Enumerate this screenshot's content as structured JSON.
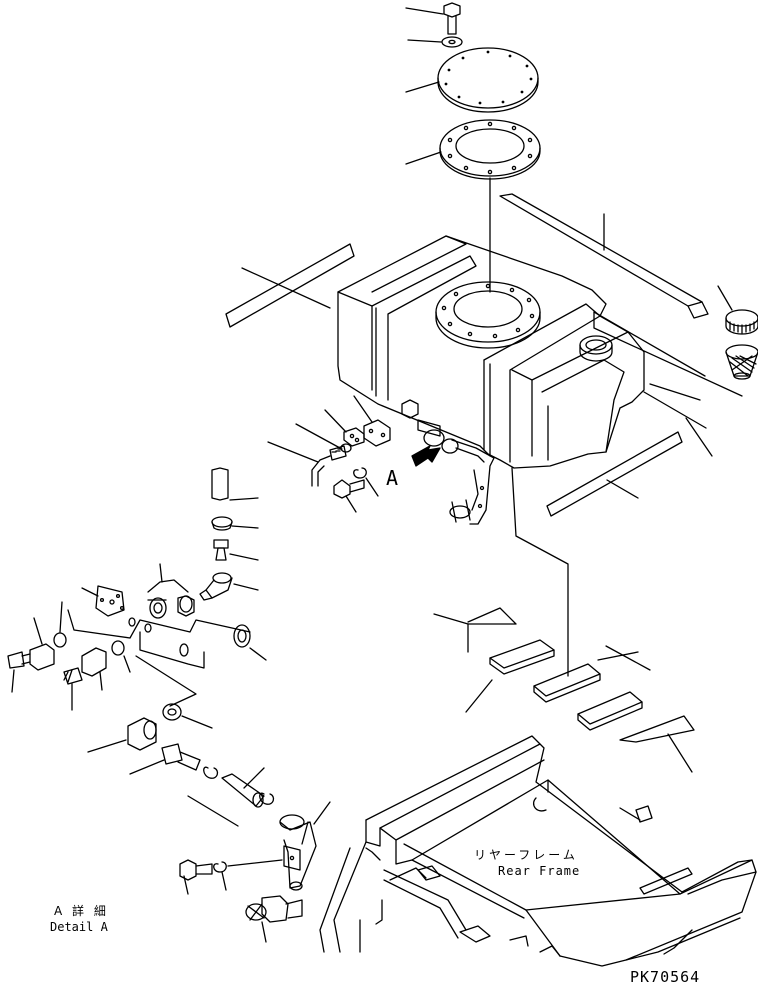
{
  "labels": {
    "view_marker": "A",
    "detail_jp": "A 詳 細",
    "detail_en": "Detail A",
    "rear_frame_jp": "リヤーフレーム",
    "rear_frame_en": "Rear Frame",
    "part_code": "PK70564"
  }
}
